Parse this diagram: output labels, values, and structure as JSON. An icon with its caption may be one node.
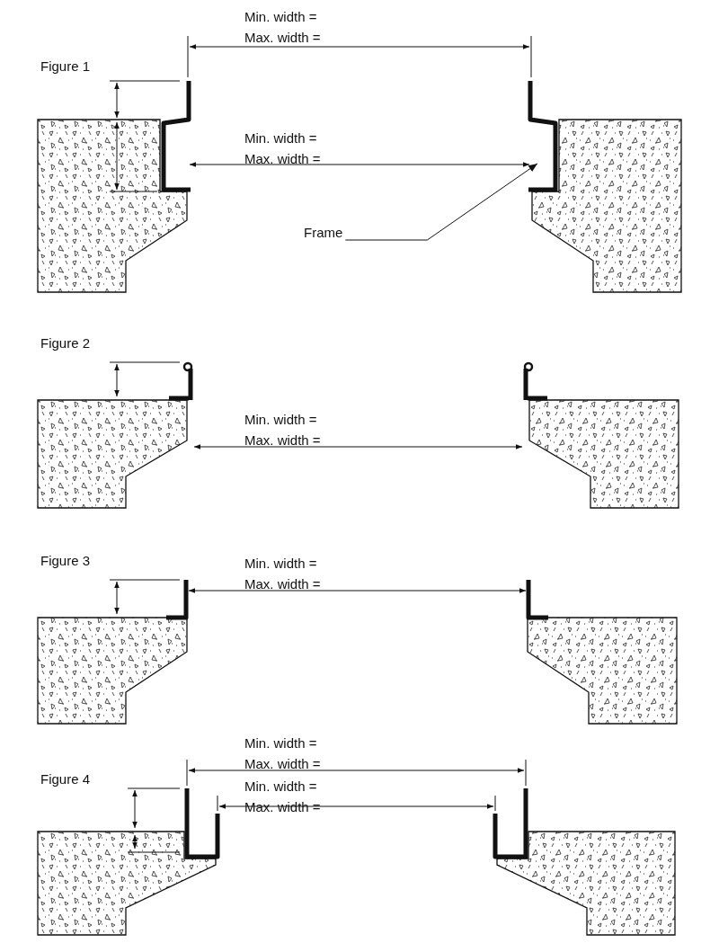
{
  "diagram": {
    "nodes": [
      {
        "text": [
          "Frame"
        ]
      },
      {
        "text": [],
        "shape": "picture"
      }
    ],
    "edges": [
      {
        "from": 0,
        "to": 1,
        "arrow": "to"
      }
    ],
    "labels": [
      "Min. width =",
      "Max. width =",
      "Figure 1",
      "Min. width =",
      "Max. width =",
      "Figure 2",
      "Min. width =",
      "Max. width =",
      "Figure 3",
      "Min. width =",
      "Max. width =",
      "Min. width =",
      "Max. width =",
      "Figure 4",
      "Min. width =",
      "Max. width ="
    ]
  }
}
